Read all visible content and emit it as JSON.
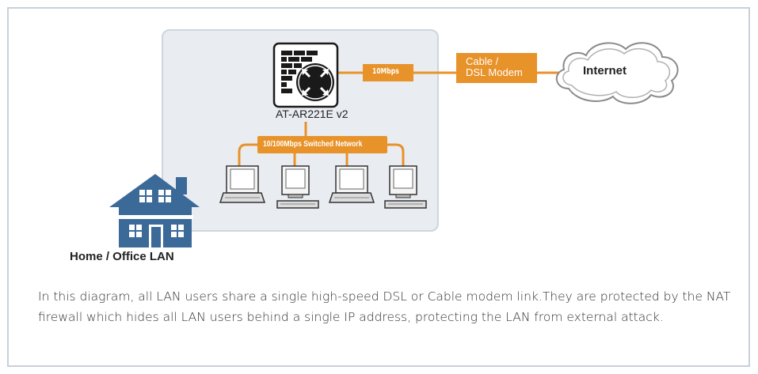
{
  "diagram": {
    "device_name": "AT-AR221E v2",
    "wan_speed": "10Mbps",
    "modem_label": "Cable /\nDSL Modem",
    "cloud_label": "Internet",
    "switch_label": "10/100Mbps Switched Network",
    "home_label": "Home / Office LAN",
    "colors": {
      "accent_orange": "#e8922a",
      "house_blue": "#3b6a99",
      "panel_bg": "#e9edf2",
      "frame_border": "#c8d0da"
    }
  },
  "caption": "In this diagram, all LAN users share a single high-speed DSL or Cable modem link.They are protected by the NAT firewall which hides all LAN users behind a single IP address, protecting the LAN from external attack."
}
